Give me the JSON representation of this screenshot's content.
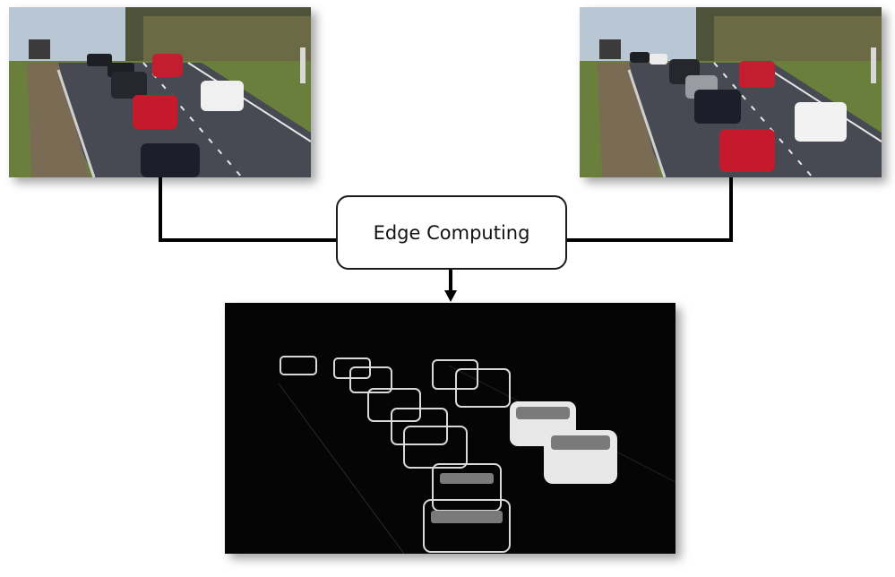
{
  "diagram": {
    "center_node": {
      "label": "Edge Computing"
    },
    "inputs": [
      {
        "icon": "traffic-camera-frame-icon",
        "scene": "highway-traffic"
      },
      {
        "icon": "traffic-camera-frame-icon",
        "scene": "highway-traffic"
      }
    ],
    "output": {
      "icon": "vehicle-edge-map-icon",
      "scene": "processed-traffic"
    },
    "colors": {
      "connector": "#000000",
      "node_border": "#1a1a1a",
      "road": "#4a4d55",
      "grass": "#5f7a3a",
      "background": "#ffffff"
    }
  }
}
